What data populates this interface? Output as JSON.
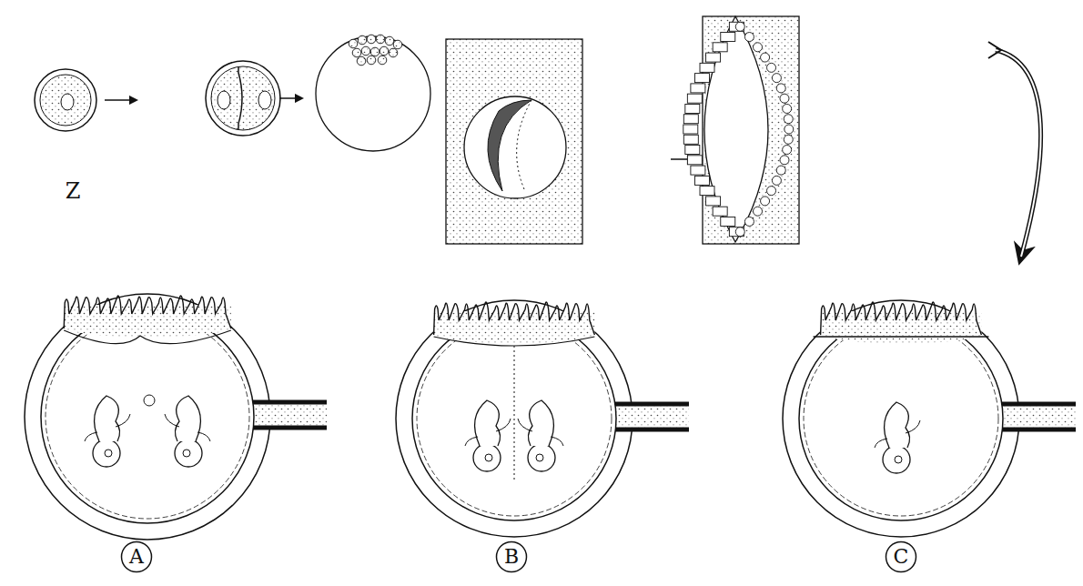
{
  "diagram": {
    "nodes": [
      {
        "text": [
          "A"
        ]
      },
      {
        "text": [
          "B"
        ]
      },
      {
        "text": [
          "C"
        ]
      }
    ],
    "labels": [
      "Z"
    ]
  }
}
